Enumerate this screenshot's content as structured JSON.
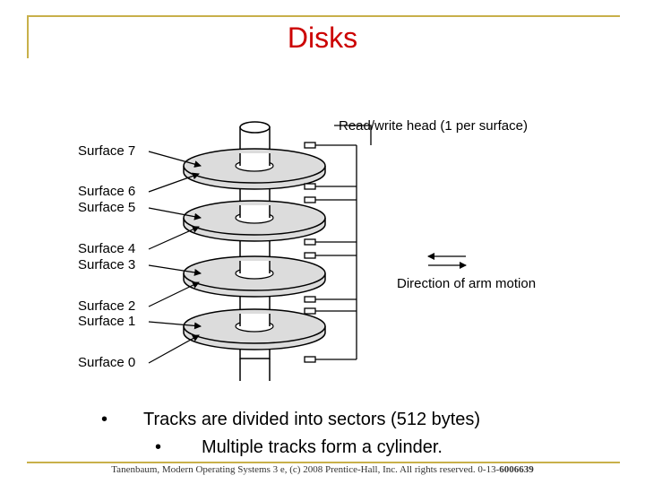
{
  "slide": {
    "title": "Disks",
    "accent_color": "#c8b04a",
    "title_color": "#cc0000"
  },
  "diagram": {
    "head_label": "Read/write head (1 per surface)",
    "motion_label": "Direction of arm motion",
    "surfaces": [
      "Surface 7",
      "Surface 6",
      "Surface 5",
      "Surface 4",
      "Surface 3",
      "Surface 2",
      "Surface 1",
      "Surface 0"
    ]
  },
  "bullets": {
    "first": "Tracks are divided into sectors (512 bytes)",
    "second": "Multiple tracks form a cylinder.",
    "marker": "•"
  },
  "footer": {
    "text": "Tanenbaum, Modern Operating Systems 3 e, (c) 2008 Prentice-Hall, Inc. All rights reserved. 0-13-",
    "code": "6006639"
  }
}
